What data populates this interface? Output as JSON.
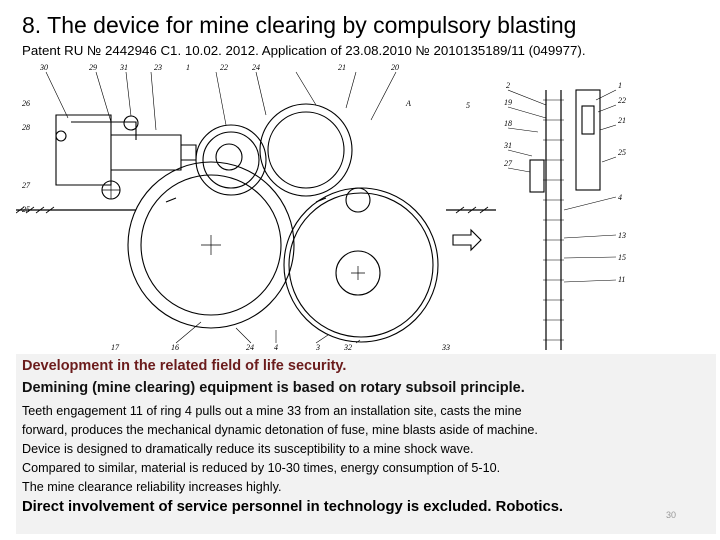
{
  "slide": {
    "title": "8. The device for mine clearing by compulsory blasting",
    "patent": "Patent RU № 2442946 C1. 10.02. 2012. Application of 23.08.2010 № 2010135189/11 (049977).",
    "page_number": "30"
  },
  "figure": {
    "labels": {
      "top": [
        "30",
        "29",
        "31",
        "23",
        "1",
        "22",
        "24",
        "21",
        "20"
      ],
      "left": [
        "26",
        "28",
        "27",
        "25"
      ],
      "a_label": "A",
      "five": "5",
      "bottom": [
        "16",
        "17",
        "24",
        "4",
        "3",
        "32",
        "33"
      ],
      "side": [
        "2",
        "19",
        "18",
        "31",
        "27",
        "1",
        "22",
        "21",
        "25",
        "4",
        "13",
        "15",
        "11"
      ]
    }
  },
  "text": {
    "line1": "Development in the related field of life security.",
    "line2": "Demining (mine clearing) equipment is based on rotary subsoil principle.",
    "line3": "Teeth engagement 11 of ring 4 pulls out a mine 33 from an installation site, casts the mine",
    "line4": "forward, produces the mechanical dynamic detonation of fuse, mine blasts aside of machine.",
    "line5": "Device is designed to dramatically reduce its susceptibility to a mine shock wave.",
    "line6": "Compared to similar, material is reduced by 10-30 times, energy consumption of 5-10.",
    "line7": "The mine clearance reliability increases highly.",
    "line8": "Direct involvement of service personnel in technology is excluded. Robotics."
  }
}
